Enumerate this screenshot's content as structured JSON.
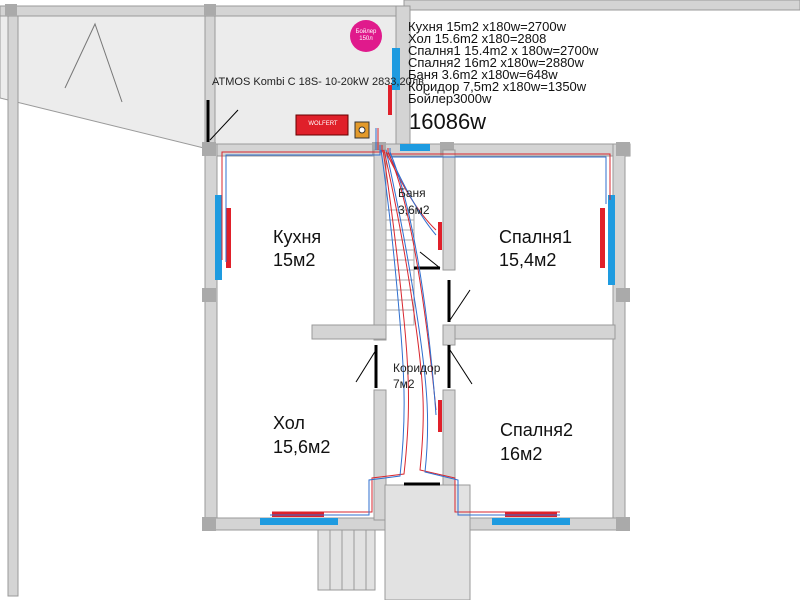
{
  "boiler_badge": [
    "Бойлер",
    "150л"
  ],
  "boiler_label": "ATMOS Kombi C 18S- 10-20kW 2833,20лв",
  "device_label": "WOLFERT",
  "legend": [
    "Кухня 15m2 x180w=2700w",
    "Хол 15.6m2 x180=2808",
    "Спалня1  15.4m2 x 180w=2700w",
    "Спалня2  16m2  x180w=2880w",
    "Баня 3.6m2 x180w=648w",
    "Коридор 7,5m2  x180w=1350w",
    "Бойлер3000w"
  ],
  "total": "16086w",
  "rooms": {
    "kitchen": {
      "name": "Кухня",
      "area": "15м2"
    },
    "hall": {
      "name": "Хол",
      "area": "15,6м2"
    },
    "bedroom1": {
      "name": "Спалня1",
      "area": "15,4м2"
    },
    "bedroom2": {
      "name": "Спалня2",
      "area": "16м2"
    },
    "bathroom": {
      "name": "Баня",
      "area": "3,6м2"
    },
    "corridor": {
      "name": "Коридор",
      "area": "7м2"
    }
  },
  "colors": {
    "wall": "#d4d4d4",
    "wall_edge": "#9a9a9a",
    "radiator": "#e0202a",
    "window": "#1e9be0",
    "pipe_supply": "#d8262e",
    "pipe_return": "#2f6fcf",
    "boiler_badge": "#e01a8c"
  }
}
